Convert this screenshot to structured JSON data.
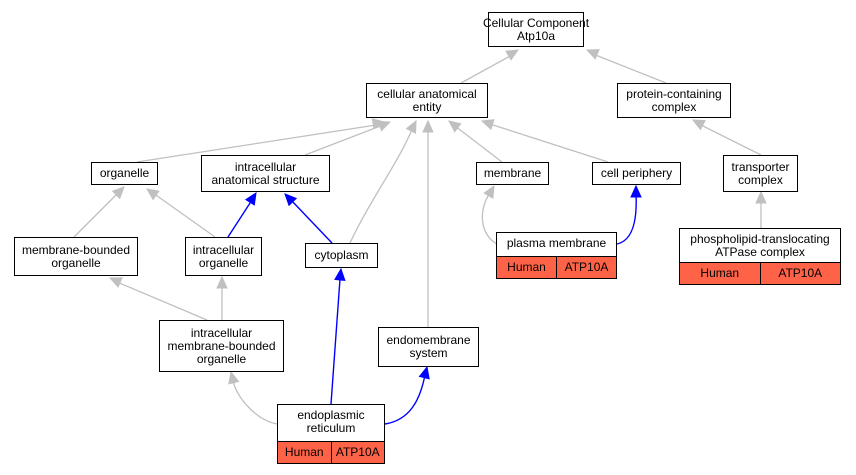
{
  "colors": {
    "is_a_edge": "#c0c0c0",
    "part_of_edge": "#0000ff",
    "annotation_fill": "#ff6347"
  },
  "nodes": {
    "root": [
      "Cellular Component",
      "Atp10a"
    ],
    "cae": [
      "cellular anatomical",
      "entity"
    ],
    "pcc": [
      "protein-containing",
      "complex"
    ],
    "organelle": [
      "organelle"
    ],
    "ias": [
      "intracellular",
      "anatomical structure"
    ],
    "membrane": [
      "membrane"
    ],
    "periphery": [
      "cell periphery"
    ],
    "transporter": [
      "transporter",
      "complex"
    ],
    "mbo": [
      "membrane-bounded",
      "organelle"
    ],
    "io": [
      "intracellular",
      "organelle"
    ],
    "cytoplasm": [
      "cytoplasm"
    ],
    "imbo": [
      "intracellular",
      "membrane-bounded",
      "organelle"
    ],
    "endomembrane": [
      "endomembrane",
      "system"
    ]
  },
  "genes": {
    "pm": {
      "label": [
        "plasma membrane"
      ],
      "species": "Human",
      "gene": "ATP10A"
    },
    "ptac": {
      "label": [
        "phospholipid-translocating",
        "ATPase complex"
      ],
      "species": "Human",
      "gene": "ATP10A"
    },
    "er": {
      "label": [
        "endoplasmic",
        "reticulum"
      ],
      "species": "Human",
      "gene": "ATP10A"
    }
  }
}
